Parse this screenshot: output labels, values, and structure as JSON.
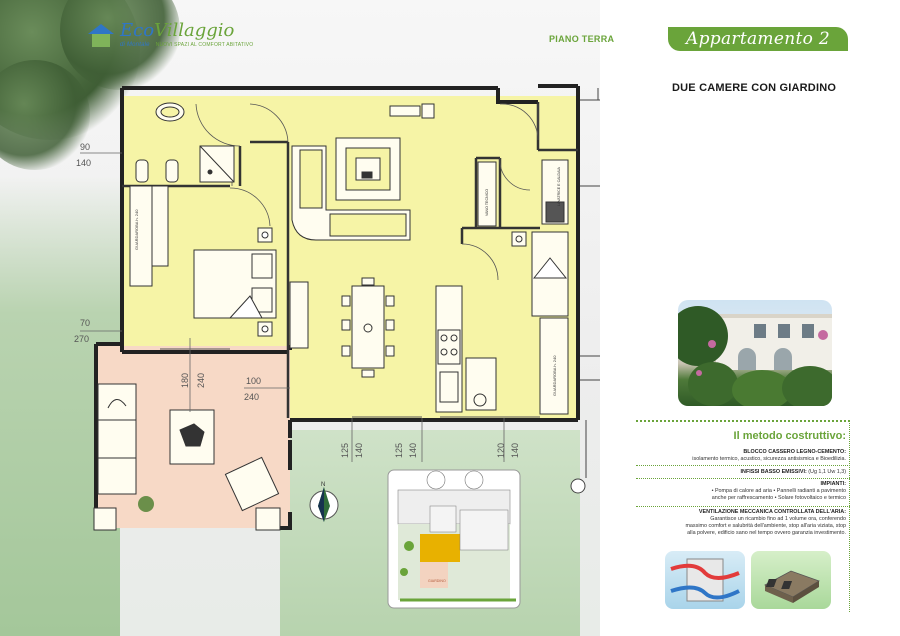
{
  "brand": {
    "name_part1": "Eco",
    "name_part2": "Villaggio",
    "location": "di Montale",
    "tagline": "NUOVI SPAZI AL COMFORT ABITATIVO"
  },
  "header": {
    "floor": "PIANO TERRA",
    "apartment": "Appartamento 2",
    "subtitle": "DUE CAMERE CON GIARDINO"
  },
  "plan": {
    "dimensions": {
      "d90": "90",
      "d140a": "140",
      "d70": "70",
      "d270": "270",
      "d180": "180",
      "d240a": "240",
      "d100": "100",
      "d240b": "240",
      "d125a": "125",
      "d140b": "140",
      "d125b": "125",
      "d140c": "140",
      "d120": "120",
      "d140d": "140"
    },
    "room_labels": {
      "wardrobe_bedroom": "GUARDAROBA h. 240",
      "wardrobe_living": "GUARDAROBA h. 240",
      "kitchen_unit_1": "VANO TECNICO",
      "kitchen_unit_2": "LAVATRICE E CALDAIA"
    },
    "compass_letter": "N",
    "key_plan_label": "GIARDINO"
  },
  "method": {
    "title": "Il metodo costruttivo:",
    "items": [
      {
        "heading": "BLOCCO CASSERO LEGNO-CEMENTO:",
        "text": "isolamento termico, acustico, sicurezza antisismica e Bioedilizia."
      },
      {
        "heading": "INFISSI BASSO EMISSIVI:",
        "text": "(Ug 1,1 Uw 1,3)"
      },
      {
        "heading": "IMPIANTI:",
        "text_line1": "• Pompa di calore ad aria • Pannelli radianti a pavimento",
        "text_line2": "anche per raffrescamento • Solare fotovoltaico e termico"
      },
      {
        "heading": "VENTILAZIONE MECCANICA CONTROLLATA DELL'ARIA:",
        "text_line1": "Garantisce un ricambio fino ad 1 volume ora, conferendo",
        "text_line2": "massimo comfort e salubrità dell'ambiente, stop all'aria viziata, stop",
        "text_line3": "alla polvere, edificio sano nel tempo ovvero garanzia investimento."
      }
    ]
  },
  "colors": {
    "brand_green": "#6aa43a",
    "brand_blue": "#2f76c7",
    "interior_yellow": "#f6f4a6",
    "patio_pink": "#f7d9c6"
  }
}
